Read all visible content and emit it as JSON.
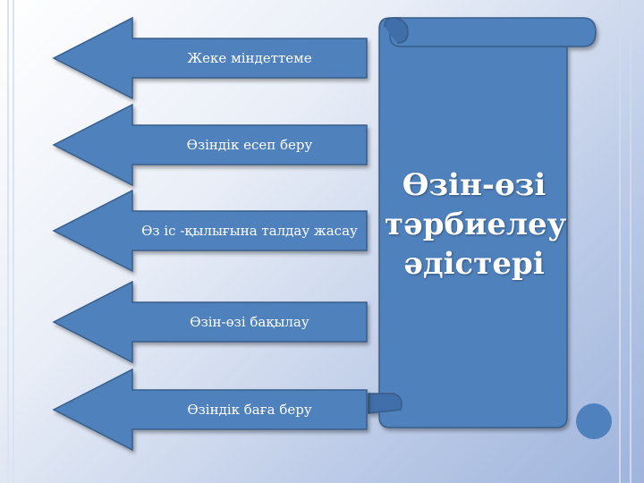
{
  "diagram": {
    "title": "Өзін-өзі тәрбиелеу әдістері",
    "methods": [
      {
        "label": "Жеке міндеттеме"
      },
      {
        "label": "Өзіндік есеп беру"
      },
      {
        "label": "Өз іс -қылығына талдау жасау"
      },
      {
        "label": "Өзін-өзі бақылау"
      },
      {
        "label": "Өзіндік баға беру"
      }
    ]
  },
  "colors": {
    "shape_fill": "#4f81bd",
    "shape_outline": "#385d8a",
    "text": "#ffffff",
    "dot": "#4f81bd"
  }
}
